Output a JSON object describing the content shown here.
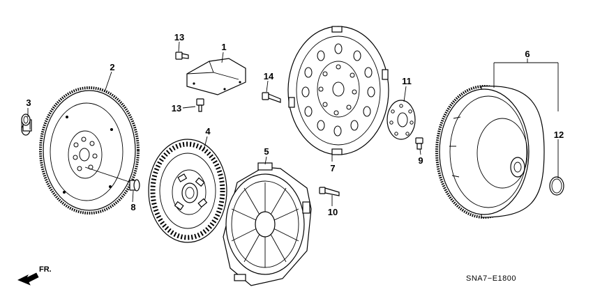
{
  "diagram": {
    "code": "SNA7−E1800",
    "direction_label": "FR.",
    "callouts": {
      "p1": "1",
      "p2": "2",
      "p3": "3",
      "p4": "4",
      "p5": "5",
      "p6": "6",
      "p7": "7",
      "p8": "8",
      "p9": "9",
      "p10": "10",
      "p11": "11",
      "p12": "12",
      "p13a": "13",
      "p13b": "13",
      "p14": "14"
    }
  }
}
